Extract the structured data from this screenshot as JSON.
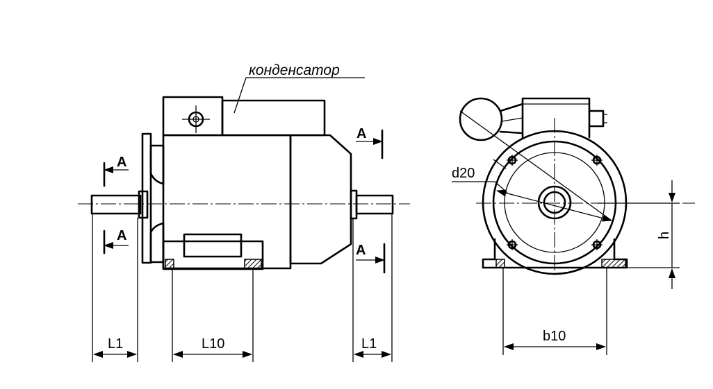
{
  "labels": {
    "capacitor": "конденсатор",
    "section_a": "A",
    "dim_l1": "L1",
    "dim_l10": "L10",
    "dim_d20": "d20",
    "dim_b10": "b10",
    "dim_h": "h"
  },
  "colors": {
    "line": "#000000",
    "hatch": "#000000",
    "background": "#ffffff"
  }
}
